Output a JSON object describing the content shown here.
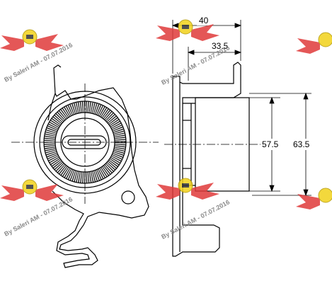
{
  "dimensions": {
    "width_total": "40",
    "width_pulley": "33.5",
    "diameter_inner": "57.5",
    "diameter_outer": "63.5"
  },
  "watermark": {
    "text": "By Saleri AM - 07.07.2016",
    "accent_color": "#e03a3a",
    "badge_color": "#f2d21b"
  }
}
